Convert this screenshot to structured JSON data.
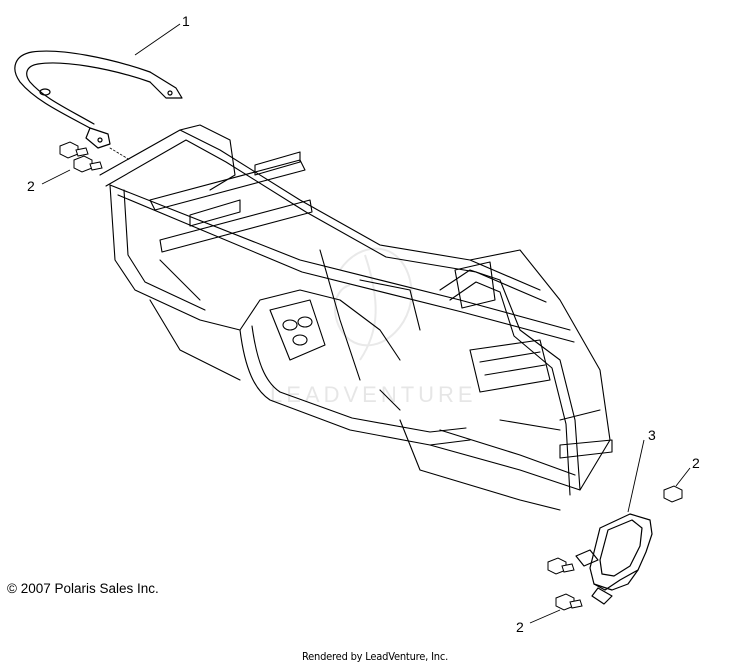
{
  "callouts": [
    {
      "number": "1",
      "part": "rear-bumper"
    },
    {
      "number": "2",
      "part": "bolt-rear"
    },
    {
      "number": "3",
      "part": "front-bumper"
    },
    {
      "number": "2",
      "part": "bolt-front-upper"
    },
    {
      "number": "2",
      "part": "bolt-front-lower"
    }
  ],
  "copyright": "© 2007 Polaris Sales Inc.",
  "rendered_by": "Rendered by LeadVenture, Inc.",
  "watermark": "LEADVENTURE",
  "colors": {
    "line": "#000000",
    "background": "#ffffff",
    "watermark": "#d8d8d8"
  }
}
